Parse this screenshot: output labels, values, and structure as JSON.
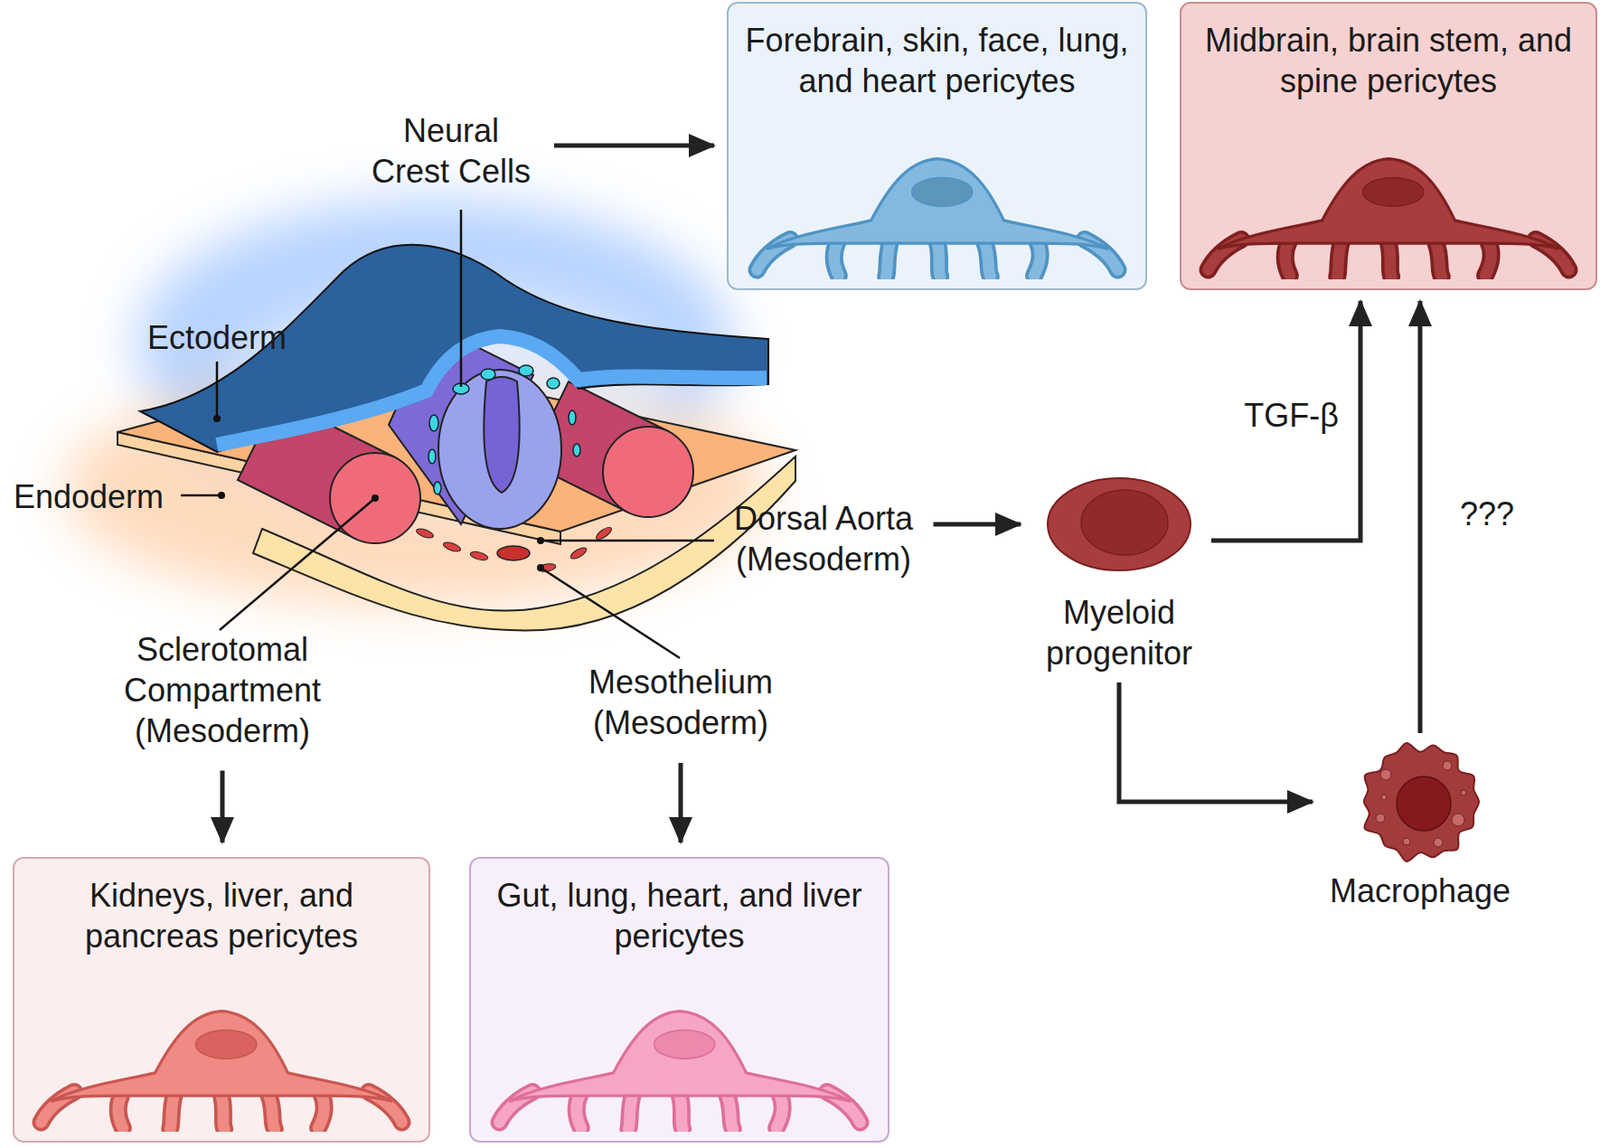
{
  "diagram": {
    "nodes": [
      {
        "text": [
          "Neural Crest Cells"
        ]
      },
      {
        "text": [
          "Forebrain, skin, face, lung, and heart pericytes"
        ]
      },
      {
        "text": [
          "Midbrain, brain stem, and spine pericytes"
        ]
      },
      {
        "text": [
          "Dorsal Aorta (Mesoderm)"
        ]
      },
      {
        "text": [
          "Myeloid progenitor"
        ]
      },
      {
        "text": [
          "Sclerotomal Compartment (Mesoderm)"
        ]
      },
      {
        "text": [
          "Mesothelium (Mesoderm)"
        ]
      },
      {
        "text": [
          "Macrophage"
        ]
      },
      {
        "text": [
          "Kidneys, liver, and pancreas pericytes"
        ]
      },
      {
        "text": [
          "Gut, lung, heart, and liver pericytes"
        ]
      }
    ],
    "edges": [
      {
        "from": 0,
        "to": 1,
        "arrow": "to"
      },
      {
        "from": 3,
        "to": 4,
        "arrow": "to"
      },
      {
        "from": 4,
        "to": 2,
        "arrow": "to",
        "label": "TGF-β"
      },
      {
        "from": 4,
        "to": 7,
        "arrow": "to"
      },
      {
        "from": 7,
        "to": 2,
        "arrow": "to",
        "label": "???"
      },
      {
        "from": 5,
        "to": 8,
        "arrow": "to"
      },
      {
        "from": 6,
        "to": 9,
        "arrow": "to"
      }
    ],
    "labels": [
      "Ectoderm",
      "Endoderm"
    ]
  }
}
